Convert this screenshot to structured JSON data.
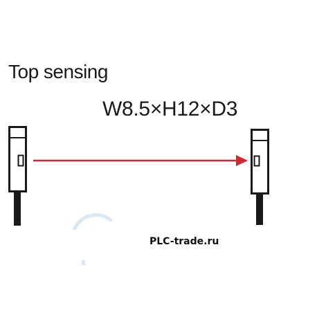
{
  "figure": {
    "caption": "Top sensing",
    "dimensions": "W8.5×H12×D3",
    "watermark": "PLC-trade.ru",
    "colors": {
      "background": "#ffffff",
      "outline": "#1a1a1a",
      "beam": "#d9262c",
      "faint_mark": "#dbe8f1"
    },
    "elements": {
      "emitter": "sensor",
      "receiver": "sensor",
      "beam_direction": "left-to-right",
      "cables": 2
    }
  }
}
